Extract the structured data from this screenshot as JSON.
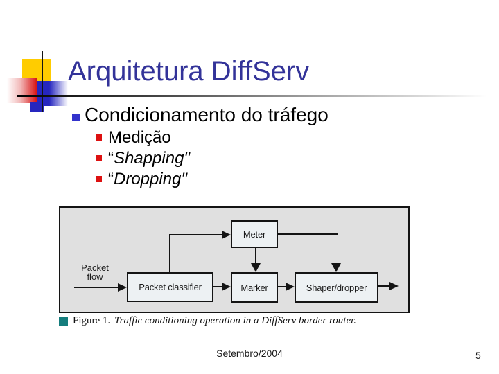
{
  "slide": {
    "title": "Arquitetura DiffServ",
    "title_color": "#333399",
    "footer_date": "Setembro/2004",
    "page_number": "5"
  },
  "bullets": {
    "main": "Condicionamento do tráfego",
    "sub": [
      {
        "open": "",
        "text": "Medição",
        "italic": false
      },
      {
        "open": "“",
        "text": "Shapping\"",
        "italic": true
      },
      {
        "open": "“",
        "text": "Dropping\"",
        "italic": true
      }
    ],
    "level1_bullet_color": "#3333cc",
    "level2_bullet_color": "#dd1111"
  },
  "diagram": {
    "background": "#e0e0e0",
    "node_fill": "#edf1f3",
    "flow_label_line1": "Packet",
    "flow_label_line2": "flow",
    "nodes": {
      "meter": "Meter",
      "classifier": "Packet classifier",
      "marker": "Marker",
      "shaper": "Shaper/dropper"
    },
    "connections": [
      "packet-flow -> classifier",
      "classifier -> marker",
      "classifier -> meter",
      "meter -> marker",
      "meter -> (right)",
      "(down) -> shaper",
      "marker -> shaper",
      "shaper -> out"
    ]
  },
  "caption": {
    "bullet_color": "#157d7d",
    "label": "Figure 1.",
    "text": "Traffic conditioning operation in a DiffServ border router."
  },
  "decoration": {
    "yellow": "#ffcc00",
    "blue": "#2626bf",
    "red_gradient": "#d81414"
  }
}
